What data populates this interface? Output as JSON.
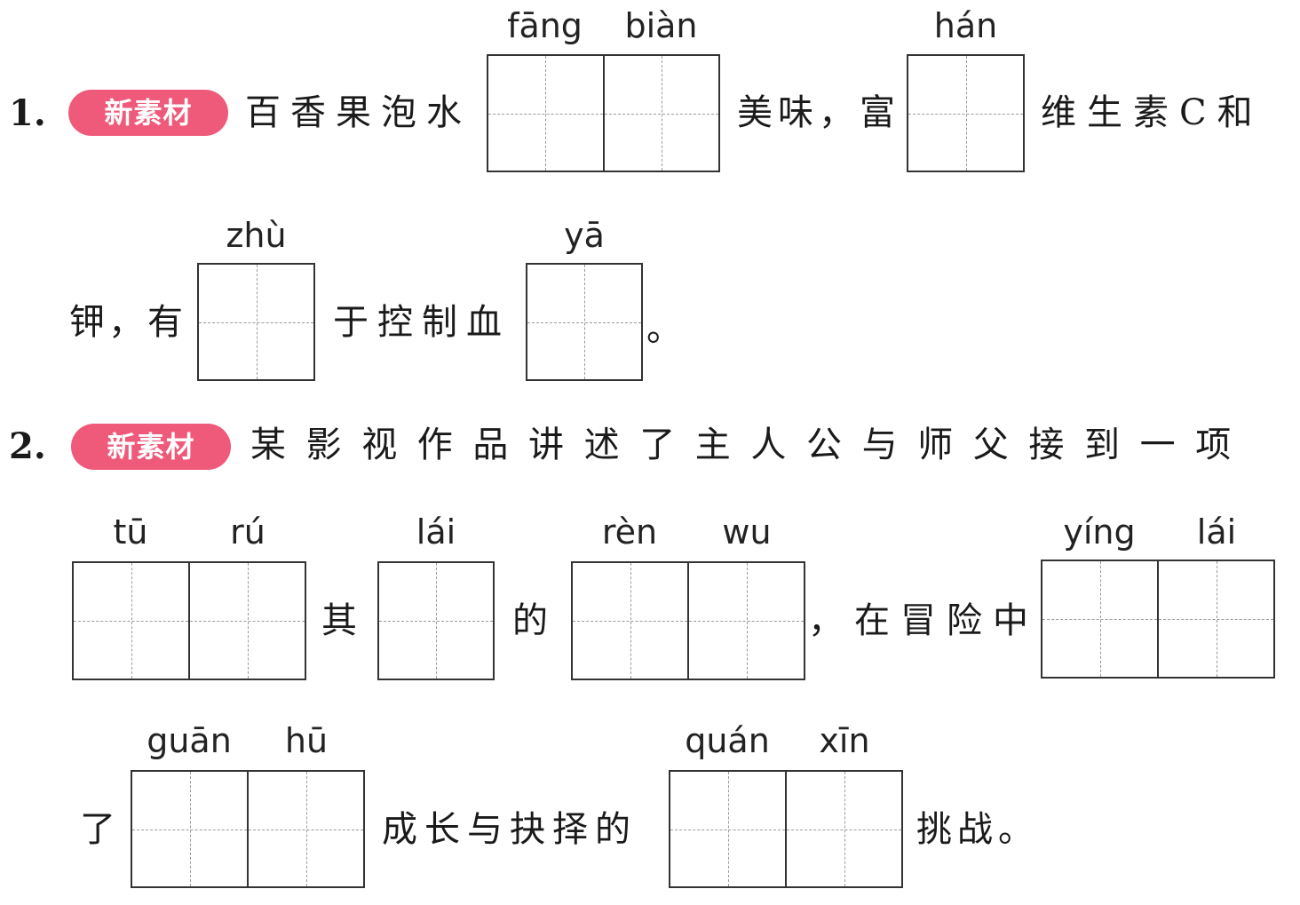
{
  "q1": {
    "number": "1.",
    "badge": "新素材",
    "seg1": "百香果泡水",
    "pinyin_fang": "fāng",
    "pinyin_bian": "biàn",
    "seg2": "美味，富",
    "pinyin_han": "hán",
    "seg3": "维生素C和",
    "seg4": "钾，有",
    "pinyin_zhu": "zhù",
    "seg5": "于控制血",
    "pinyin_ya": "yā",
    "seg6": "。"
  },
  "q2": {
    "number": "2.",
    "badge": "新素材",
    "seg1": "某影视作品讲述了主人公与师父接到一项",
    "pinyin_tu": "tū",
    "pinyin_ru": "rú",
    "seg2": "其",
    "pinyin_lai1": "lái",
    "seg3": "的",
    "pinyin_ren": "rèn",
    "pinyin_wu": "wu",
    "seg4": "，在冒险中",
    "pinyin_ying": "yíng",
    "pinyin_lai2": "lái",
    "seg5": "了",
    "pinyin_guan": "guān",
    "pinyin_hu": "hū",
    "seg6": "成长与抉择的",
    "pinyin_quan": "quán",
    "pinyin_xin": "xīn",
    "seg7": "挑战。"
  }
}
